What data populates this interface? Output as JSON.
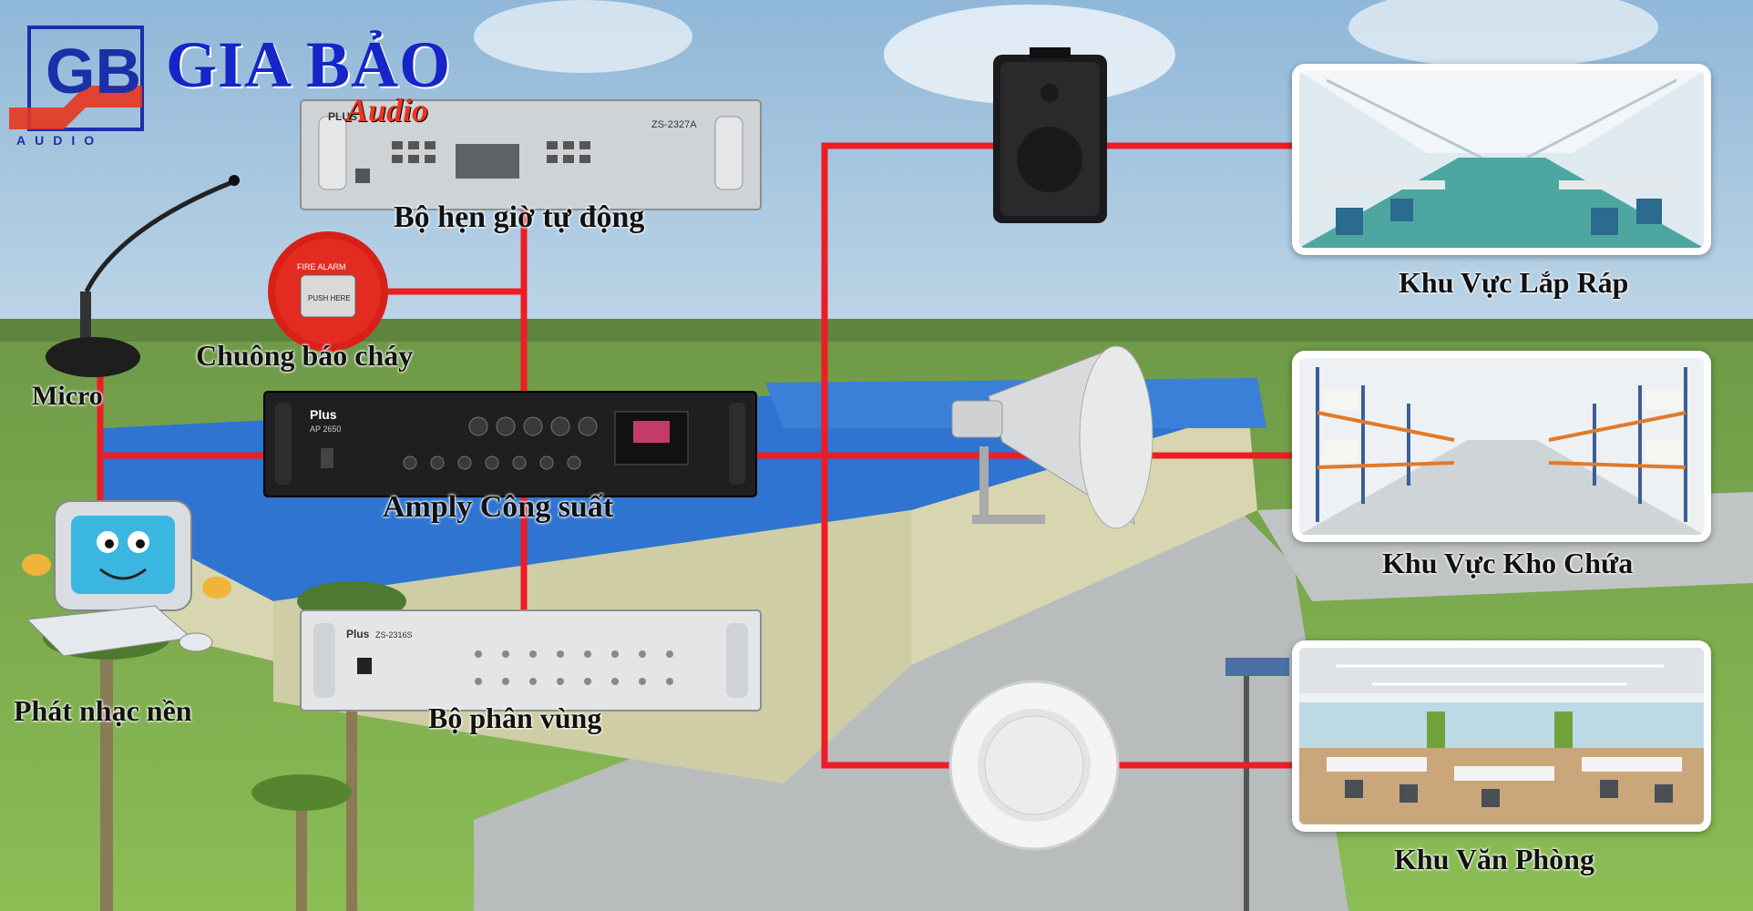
{
  "brand": {
    "logo_letters": "GB",
    "name": "GIA BẢO",
    "tagline": "Audio",
    "logo_sub": "AUDIO"
  },
  "devices": {
    "timer": {
      "label": "Bộ hẹn giờ tự động",
      "model": "ZS-2327A",
      "brand": "PLUS"
    },
    "fire_bell": {
      "label": "Chuông báo cháy",
      "text_top": "FIRE ALARM",
      "text_button": "PUSH HERE"
    },
    "micro": {
      "label": "Micro"
    },
    "amplifier": {
      "label": "Amply Công suất",
      "brand": "Plus",
      "model": "AP 2650"
    },
    "background_music": {
      "label": "Phát nhạc nền"
    },
    "zone_selector": {
      "label": "Bộ phân vùng",
      "brand": "Plus",
      "model": "ZS-2316S"
    }
  },
  "zones": [
    {
      "label": "Khu Vực Lắp Ráp"
    },
    {
      "label": "Khu Vực Kho Chứa"
    },
    {
      "label": "Khu Văn Phòng"
    }
  ],
  "colors": {
    "wire": "#ee1c25",
    "brand_blue": "#1525c8",
    "brand_red": "#e8351e",
    "sky": "#b9d3e8",
    "roof": "#2f74d0",
    "grass": "#7fb04a"
  }
}
